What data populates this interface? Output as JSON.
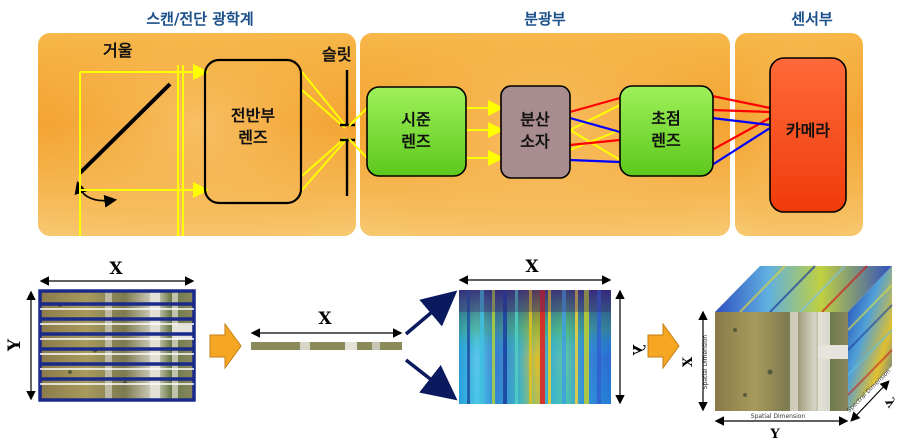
{
  "panels": {
    "scan": "스캔/전단 광학계",
    "spectral": "분광부",
    "sensor": "센서부"
  },
  "labels": {
    "mirror": "거울",
    "slit": "슬릿"
  },
  "boxes": {
    "front_lens": [
      "전반부",
      "렌즈"
    ],
    "collimator": [
      "시준",
      "렌즈"
    ],
    "disperser": [
      "분산",
      "소자"
    ],
    "focus_lens": [
      "초점",
      "렌즈"
    ],
    "camera": "카메라"
  },
  "axes": {
    "image_x": "X",
    "image_y": "Y",
    "line_x": "X",
    "spec_x": "X",
    "spec_lambda": "λ",
    "cube_x": "X",
    "cube_y": "Y",
    "cube_lambda": "λ",
    "cube_spatial_v": "Spatial Dimension",
    "cube_spatial_h": "Spatial Dimension",
    "cube_spectral": "Spectral Dimension"
  },
  "colors": {
    "panel": "#f2a532",
    "box_green": "#7fe03a",
    "box_mauve": "#a98a8e",
    "box_red": "#ff4a1a",
    "ray_yellow": "#ffff00",
    "ray_red": "#ff0000",
    "ray_blue": "#0000ff",
    "header_text": "#1a4f8a",
    "arrow_navy": "#0b1a5e",
    "block_arrow": "#f5a623"
  }
}
